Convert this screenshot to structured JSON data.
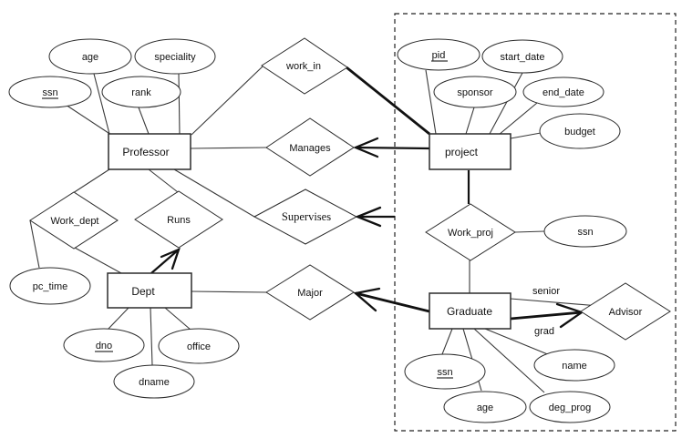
{
  "diagram_type": "entity-relationship",
  "entities": {
    "professor": "Professor",
    "project": "project",
    "dept": "Dept",
    "graduate": "Graduate"
  },
  "relationships": {
    "work_in": "work_in",
    "manages": "Manages",
    "supervises": "Supervises",
    "runs": "Runs",
    "work_dept": "Work_dept",
    "major": "Major",
    "work_proj": "Work_proj",
    "advisor": "Advisor"
  },
  "attributes": {
    "professor": {
      "ssn": "ssn",
      "age": "age",
      "rank": "rank",
      "speciality": "speciality"
    },
    "project": {
      "pid": "pid",
      "start_date": "start_date",
      "sponsor": "sponsor",
      "end_date": "end_date",
      "budget": "budget"
    },
    "dept": {
      "pc_time": "pc_time",
      "dno": "dno",
      "office": "office",
      "dname": "dname"
    },
    "graduate": {
      "ssn": "ssn",
      "age": "age",
      "name": "name",
      "deg_prog": "deg_prog"
    },
    "work_proj": {
      "ssn": "ssn"
    }
  },
  "key_attributes": {
    "professor": "ssn",
    "project": "pid",
    "dept": "dno",
    "graduate": "ssn"
  },
  "role_labels": {
    "senior": "senior",
    "grad": "grad"
  },
  "colors": {
    "line": "#2b2b2b",
    "background": "#ffffff"
  }
}
